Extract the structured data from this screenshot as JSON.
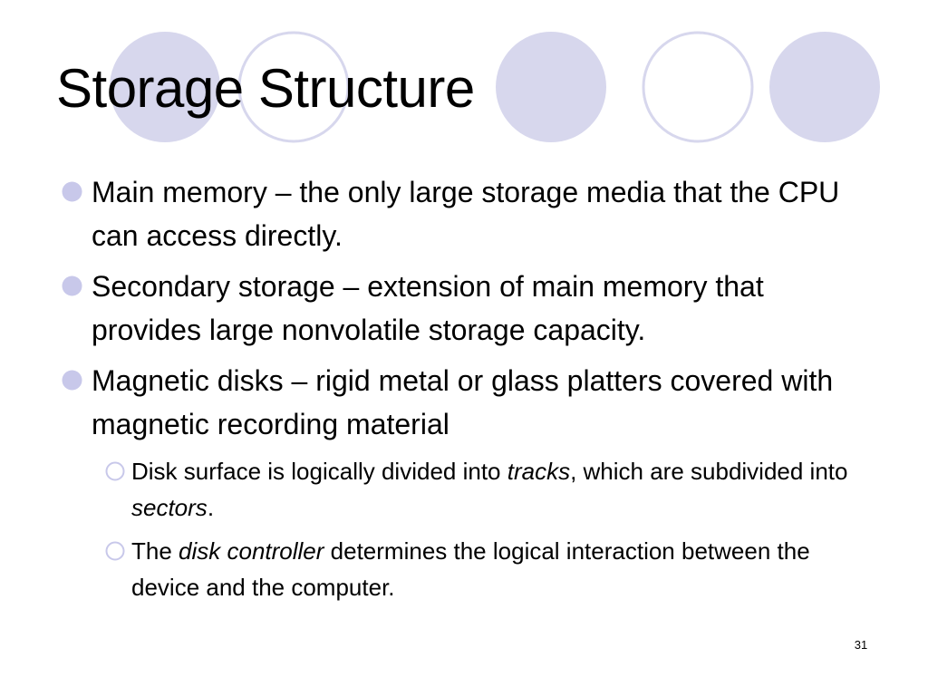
{
  "slide": {
    "title": "Storage Structure",
    "page_number": "31",
    "colors": {
      "circle_fill": "#d7d7ed",
      "circle_stroke": "#d7d7ed",
      "bullet": "#c8c8ea",
      "text": "#000000"
    },
    "bullets": [
      {
        "text": "Main memory – the only large storage media that the CPU can access directly."
      },
      {
        "text": "Secondary storage – extension of main memory that provides large nonvolatile storage capacity."
      },
      {
        "text": "Magnetic disks – rigid metal or glass platters covered with magnetic recording material"
      }
    ],
    "sub_bullets": [
      {
        "before": "Disk surface is logically divided into ",
        "emph1": "tracks",
        "middle": ", which are subdivided into ",
        "emph2": "sectors",
        "after": "."
      },
      {
        "before": "The ",
        "emph1": "disk controller",
        "after": " determines the logical interaction between the device and the computer."
      }
    ]
  }
}
